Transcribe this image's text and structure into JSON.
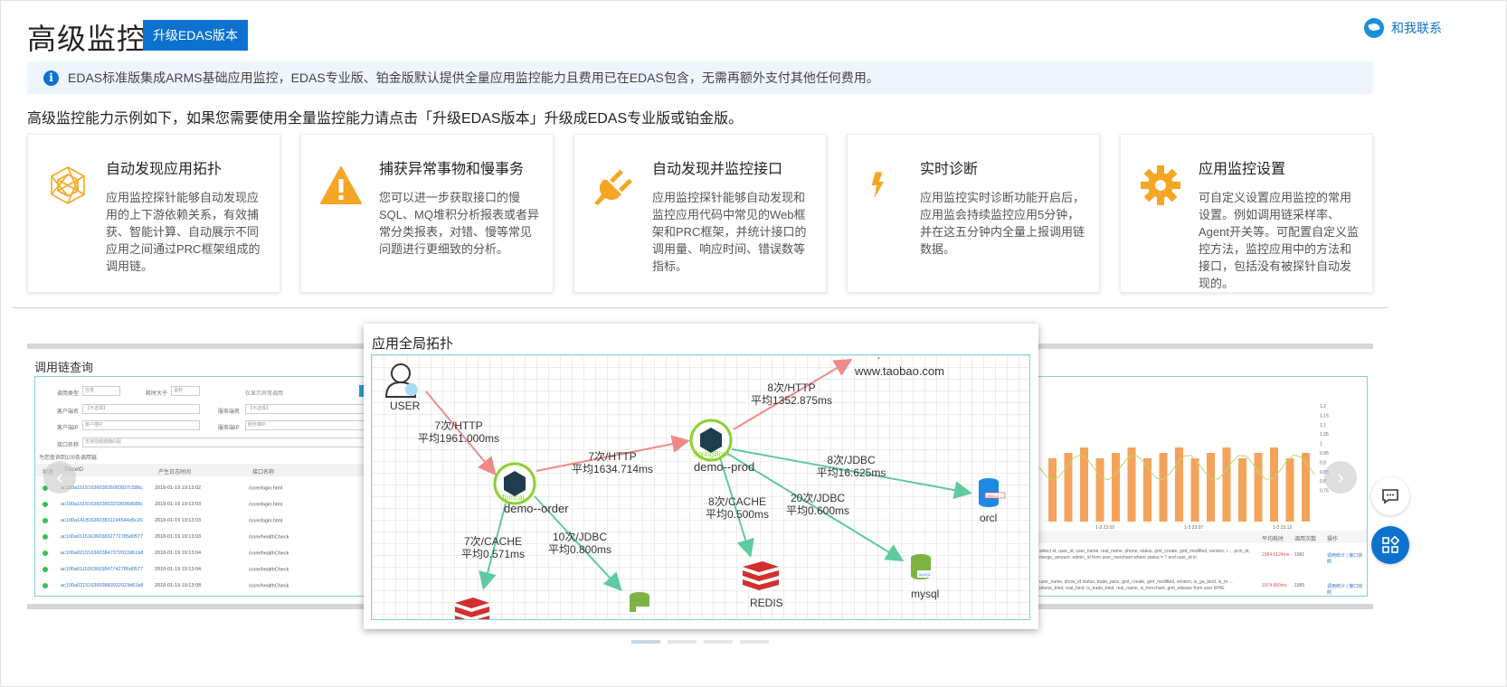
{
  "header": {
    "title": "高级监控",
    "upgrade_label": "升级EDAS版本",
    "contact_label": "和我联系"
  },
  "notice": {
    "icon": "info-icon",
    "text": "EDAS标准版集成ARMS基础应用监控，EDAS专业版、铂金版默认提供全量应用监控能力且费用已在EDAS包含，无需再额外支付其他任何费用。"
  },
  "intro": "高级监控能力示例如下，如果您需要使用全量监控能力请点击「升级EDAS版本」升级成EDAS专业版或铂金版。",
  "features": [
    {
      "icon": "topology-icon",
      "title": "自动发现应用拓扑",
      "desc": "应用监控探针能够自动发现应用的上下游依赖关系，有效捕获、智能计算、自动展示不同应用之间通过PRC框架组成的调用链。"
    },
    {
      "icon": "warning-icon",
      "title": "捕获异常事物和慢事务",
      "desc": "您可以进一步获取接口的慢SQL、MQ堆积分析报表或者异常分类报表，对错、慢等常见问题进行更细致的分析。"
    },
    {
      "icon": "plug-icon",
      "title": "自动发现并监控接口",
      "desc": "应用监控探针能够自动发现和监控应用代码中常见的Web框架和PRC框架，并统计接口的调用量、响应时间、错误数等指标。"
    },
    {
      "icon": "lightning-icon",
      "title": "实时诊断",
      "desc": "应用监控实时诊断功能开启后，应用监会持续监控应用5分钟，并在这五分钟内全量上报调用链数据。"
    },
    {
      "icon": "gear-icon",
      "title": "应用监控设置",
      "desc": "可自定义设置应用监控的常用设置。例如调用链采样率、Agent开关等。可配置自定义监控方法，监控应用中的方法和接口，包括没有被探针自动发现的。"
    }
  ],
  "showcase": {
    "trace_title": "调用链查询",
    "filters": {
      "call_type_label": "调用类型",
      "call_type_value": "任意",
      "duration_label": "耗时大于",
      "duration_placeholder": "毫秒",
      "abnormal_label": "仅显示异常调用",
      "client_app_label": "客户端名",
      "client_app_value": "【不选择】",
      "server_app_label": "服务端名",
      "server_app_value": "【不选择】",
      "client_ip_label": "客户端IP",
      "client_ip_placeholder": "客户端IP",
      "server_ip_label": "服务端IP",
      "server_ip_placeholder": "服务端IP",
      "api_label": "接口名称",
      "api_placeholder": "支持前缀模糊匹配"
    },
    "result_note": "为您查询到100条调用链.",
    "columns": [
      "状态",
      "TraceID",
      "产生日志时间",
      "接口名称"
    ],
    "rows": [
      {
        "trace": "ac100a1515163603826083937c586c",
        "time": "2018-01-19 19:13:02",
        "api": "/core/login.html"
      },
      {
        "trace": "ac100a1515163603803233936d588c",
        "time": "2018-01-19 19:13:03",
        "api": "/core/login.html"
      },
      {
        "trace": "ac100a1418163603831194544d5c20",
        "time": "2018-01-19 19:13:03",
        "api": "/core/login.html"
      },
      {
        "trace": "ac100a0115163603832772785d0577",
        "time": "2018-01-19 19:13:03",
        "api": "/core/healthCheck"
      },
      {
        "trace": "ac100a0215163603847372022d61b8",
        "time": "2018-01-19 19:13:04",
        "api": "/core/healthCheck"
      },
      {
        "trace": "ac100a0115163603847742786d0577",
        "time": "2018-01-19 19:13:04",
        "api": "/core/healthCheck"
      },
      {
        "trace": "ac100a0215163603883932023d61b8",
        "time": "2018-01-19 19:13:08",
        "api": "/core/healthCheck"
      }
    ],
    "chart": {
      "y_ticks": [
        "1.2",
        "1.15",
        "1.1",
        "1.05",
        "1",
        "0.95",
        "0.9",
        "0.85",
        "0.8",
        "0.75"
      ],
      "x_ticks": [
        "1-3 23:02",
        "1-3 23:07",
        "1-3 23:12"
      ],
      "table_headers": [
        "平均耗时",
        "调用次数",
        "操作"
      ],
      "row1": {
        "sql": "select id, user_id, user_name, real_name, phone, status, gmt_create, gmt_modified, version, r ... pcin_id, merge_amount, admin_id from user_merchant where status = ? and user_id in",
        "avg": "2384.0124ms",
        "count": "1981",
        "ops": "调用统计 | 接口快照"
      },
      "row2": {
        "sql": "user_name, show_id status, trade_pass, gmt_create, gmt_modified, version, is_ga_bind, is_m ... phone_bind, real_bind, is_trade_bind, real_name, is_merchant, gmt_release from user WHE",
        "avg": "1974.660ms",
        "count": "1985",
        "ops": "调用统计 | 接口快照"
      }
    }
  },
  "topology": {
    "title": "应用全局拓扑",
    "nodes": {
      "user": "USER",
      "tomcat": "Tomcat",
      "demo_order": "demo--order",
      "springboot": "SpringBoot",
      "demo_prod": "demo--prod",
      "taobao": "www.taobao.com",
      "orcl": "orcl",
      "redis": "REDIS",
      "mysql": "mysql",
      "mysql_small": "MySQL",
      "oracle_small": "ORACLE"
    },
    "edges": [
      {
        "count": "7次/HTTP",
        "avg": "平均1961.000ms"
      },
      {
        "count": "7次/HTTP",
        "avg": "平均1634.714ms"
      },
      {
        "count": "8次/HTTP",
        "avg": "平均1352.875ms"
      },
      {
        "count": "8次/JDBC",
        "avg": "平均16.625ms"
      },
      {
        "count": "8次/CACHE",
        "avg": "平均0.500ms"
      },
      {
        "count": "20次/JDBC",
        "avg": "平均0.600ms"
      },
      {
        "count": "7次/CACHE",
        "avg": "平均0.571ms"
      },
      {
        "count": "10次/JDBC",
        "avg": "平均0.800ms"
      }
    ]
  },
  "colors": {
    "primary": "#0d72cf",
    "feature_icon": "#f5a623",
    "edge_red": "#f08a8a",
    "edge_green": "#5fc9a0",
    "node_ring": "#8bd12f"
  },
  "side_actions": [
    "chat-icon",
    "apps-icon"
  ]
}
